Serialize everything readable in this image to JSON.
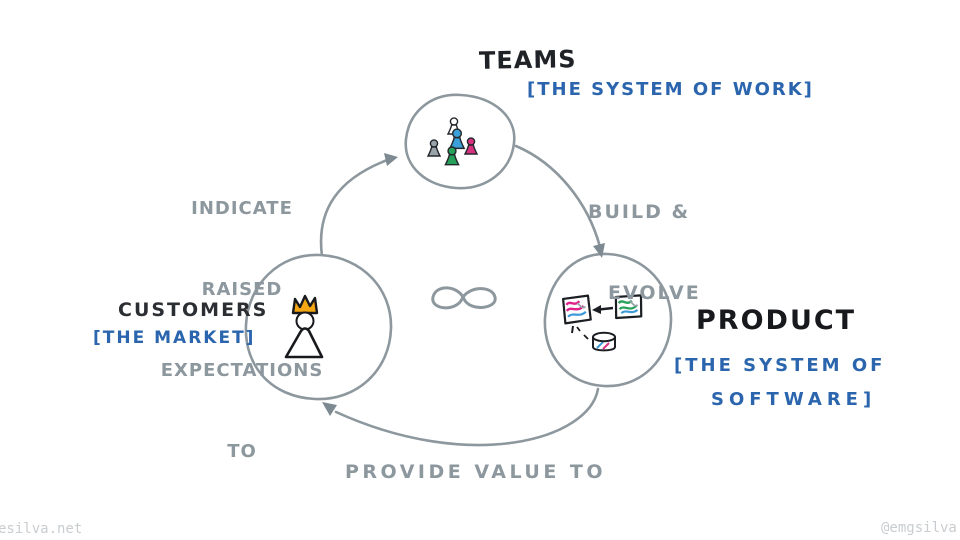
{
  "nodes": {
    "teams": {
      "title": "TEAMS",
      "subtitle": "[THE SYSTEM OF WORK]"
    },
    "customers": {
      "title": "CUSTOMERS",
      "subtitle": "[THE MARKET]"
    },
    "product": {
      "title": "PRODUCT",
      "subtitle_line1": "[THE SYSTEM OF",
      "subtitle_line2": "SOFTWARE]"
    }
  },
  "edges": {
    "customers_to_teams": {
      "lines": [
        "INDICATE",
        "RAISED",
        "EXPECTATIONS",
        "TO"
      ]
    },
    "teams_to_product": {
      "lines": [
        "BUILD &",
        "EVOLVE"
      ]
    },
    "product_to_customers": {
      "label": "PROVIDE VALUE TO"
    }
  },
  "center": {
    "infinity_symbol": "∞"
  },
  "icons": {
    "infinity-icon": "∞ loop sketch",
    "team-members-icon": "group of colored pawn figures",
    "customer-king-icon": "person with orange crown",
    "product-screens-icon": "two scribbled screens with arrow and database cylinder"
  },
  "footer": {
    "left": "esilva.net",
    "right": "@emgsilva"
  },
  "colors": {
    "sketch_gray": "#8d979e",
    "ink_black": "#1f2226",
    "ink_blue": "#2a65ae",
    "footer_gray": "#c9cdd0",
    "crown_orange": "#f4a712",
    "pawn_blue": "#3b9fd8",
    "pawn_green": "#27a05a",
    "pawn_magenta": "#d6317f",
    "pawn_gray": "#98a3aa",
    "screen_pink": "#e0218a",
    "screen_blue": "#3f9bd8",
    "screen_green": "#27a05a"
  }
}
